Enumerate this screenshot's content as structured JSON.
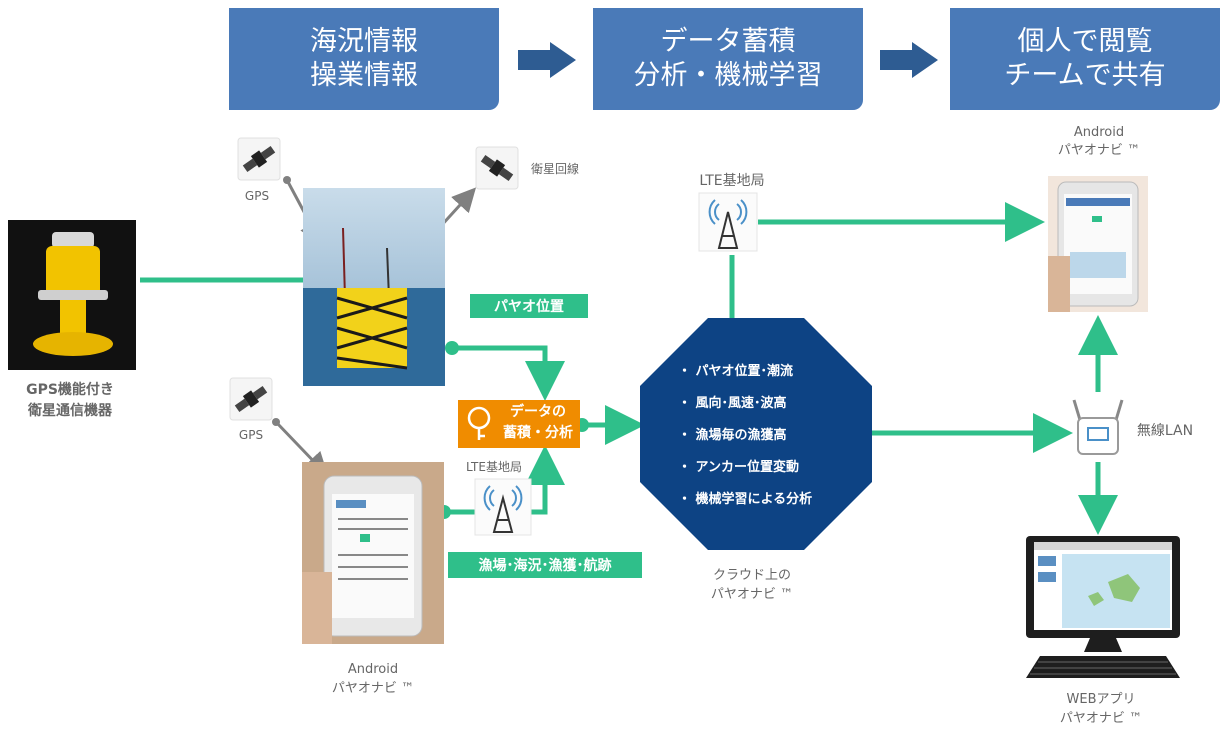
{
  "header": {
    "box1": [
      "海況情報",
      "操業情報"
    ],
    "box2": [
      "データ蓄積",
      "分析・機械学習"
    ],
    "box3": [
      "個人で閲覧",
      "チームで共有"
    ]
  },
  "labels": {
    "gps_top": "GPS",
    "satellite_line": "衛星回線",
    "gps_left": "GPS",
    "device_line1": "GPS機能付き",
    "device_line2": "衛星通信機器",
    "payao_position": "パヤオ位置",
    "data_store_line1": "データの",
    "data_store_line2": "蓄積・分析",
    "lte_small": "LTE基地局",
    "fishing_data": "漁場･海況･漁獲･航跡",
    "lte_main": "LTE基地局",
    "android_bottom_line1": "Android",
    "android_bottom_line2": "パヤオナビ ™",
    "cloud_line1": "クラウド上の",
    "cloud_line2": "パヤオナビ ™",
    "android_right_line1": "Android",
    "android_right_line2": "パヤオナビ ™",
    "wireless_lan": "無線LAN",
    "web_line1": "WEBアプリ",
    "web_line2": "パヤオナビ ™"
  },
  "cloud_items": [
    "・ パヤオ位置･潮流",
    "・ 風向･風速･波高",
    "・ 漁場毎の漁獲高",
    "・ アンカー位置変動",
    "・ 機械学習による分析"
  ],
  "colors": {
    "header_blue": "#4a7ab8",
    "arrow_green": "#2fbf8a",
    "octagon_navy": "#0d4384",
    "orange": "#f08c00"
  }
}
